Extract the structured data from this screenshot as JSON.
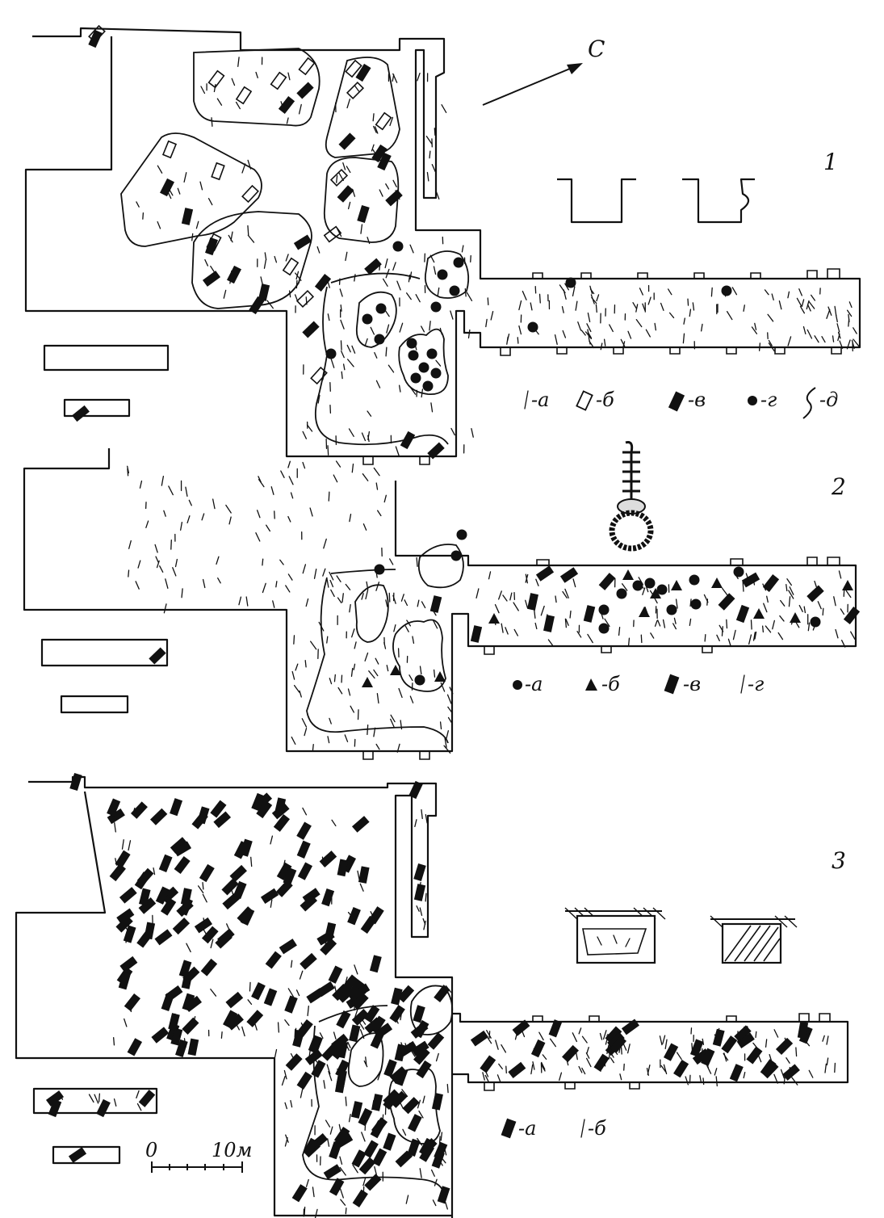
{
  "north_arrow": {
    "label": "С"
  },
  "panels": [
    {
      "number": "1"
    },
    {
      "number": "2"
    },
    {
      "number": "3"
    }
  ],
  "legend_1": [
    {
      "symbol": "dash-line",
      "text": "-а"
    },
    {
      "symbol": "open-rect",
      "text": "-б"
    },
    {
      "symbol": "filled-rect",
      "text": "-в"
    },
    {
      "symbol": "dot",
      "text": "-г"
    },
    {
      "symbol": "wavy-line",
      "text": "-д"
    }
  ],
  "legend_2": [
    {
      "symbol": "dot",
      "text": "-а"
    },
    {
      "symbol": "triangle",
      "text": "-б"
    },
    {
      "symbol": "filled-rect",
      "text": "-в"
    },
    {
      "symbol": "dash-line",
      "text": "-г"
    }
  ],
  "legend_3": [
    {
      "symbol": "filled-rect",
      "text": "-а"
    },
    {
      "symbol": "dash-line",
      "text": "-б"
    }
  ],
  "scale_bar": {
    "start": "0",
    "end": "10м"
  }
}
